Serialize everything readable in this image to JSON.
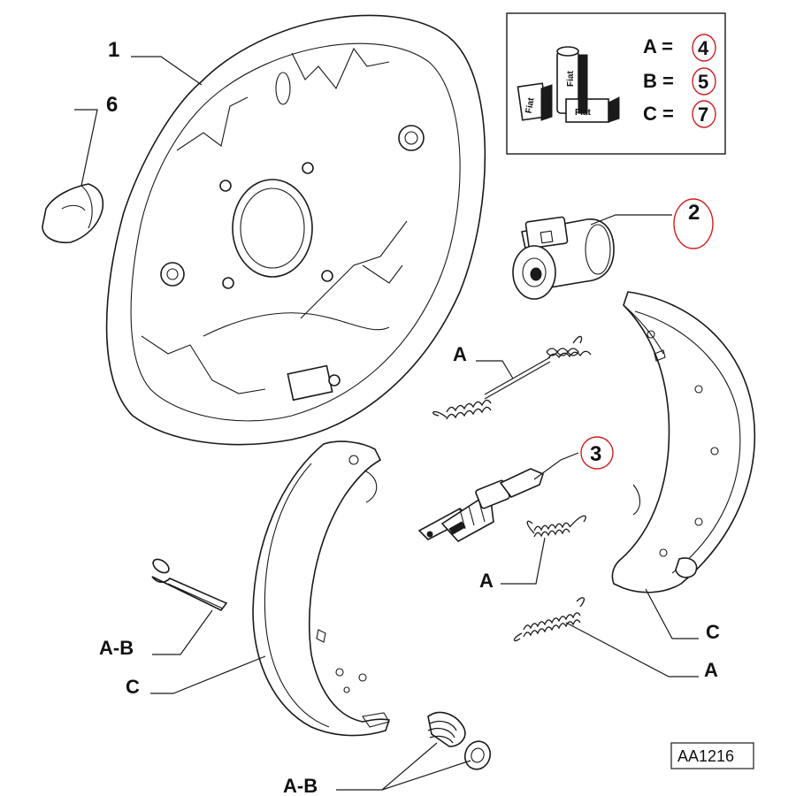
{
  "callouts": {
    "p1": "1",
    "p6": "6",
    "p2": "2",
    "p3": "3",
    "a_top": "A",
    "a_mid": "A",
    "a_low": "A",
    "c_right": "C",
    "c_left": "C",
    "ab_left": "A-B",
    "ab_bottom": "A-B"
  },
  "legend": {
    "rows": [
      {
        "key": "A =",
        "value": "4"
      },
      {
        "key": "B =",
        "value": "5"
      },
      {
        "key": "C =",
        "value": "7"
      }
    ],
    "product_text": [
      "Fiat",
      "Fiat",
      "Fiat"
    ]
  },
  "reference_code": "AA1216",
  "colors": {
    "line": "#1a1a1a",
    "highlight": "#d11f1f",
    "background": "#ffffff"
  }
}
